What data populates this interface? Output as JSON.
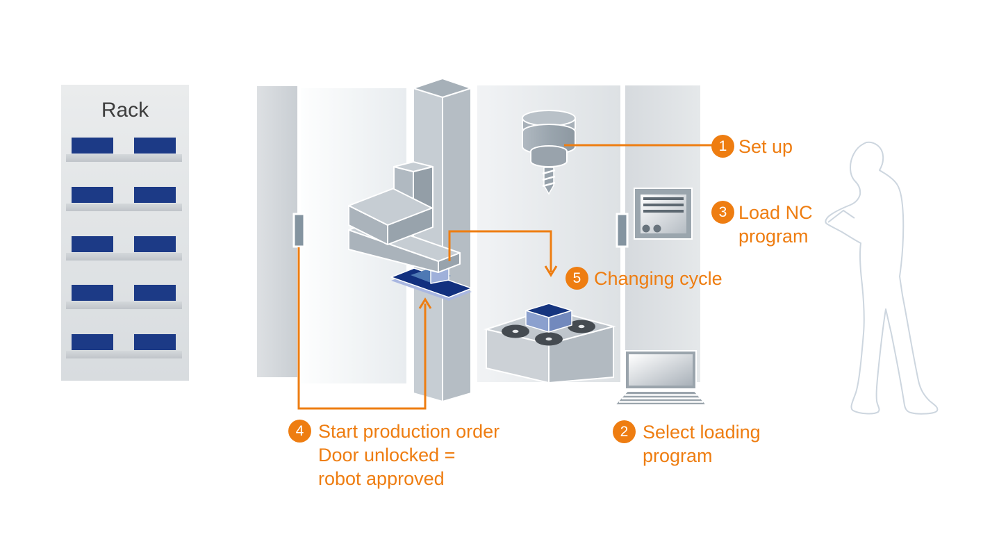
{
  "rack": {
    "label": "Rack",
    "shelves": 5,
    "boxes_per_shelf": 2
  },
  "steps": [
    {
      "number": "1",
      "label_lines": [
        "Set up"
      ]
    },
    {
      "number": "2",
      "label_lines": [
        "Select loading",
        "program"
      ]
    },
    {
      "number": "3",
      "label_lines": [
        "Load NC",
        "program"
      ]
    },
    {
      "number": "4",
      "label_lines": [
        "Start production order",
        "Door unlocked =",
        "robot approved"
      ]
    },
    {
      "number": "5",
      "label_lines": [
        "Changing cycle"
      ]
    }
  ],
  "colors": {
    "accent_orange": "#ee7d11",
    "navy_blue": "#1c3a86",
    "steel_blue": "#7089c0",
    "machine_gray": "#a9b2ba",
    "silhouette_outline": "#cdd6df"
  }
}
